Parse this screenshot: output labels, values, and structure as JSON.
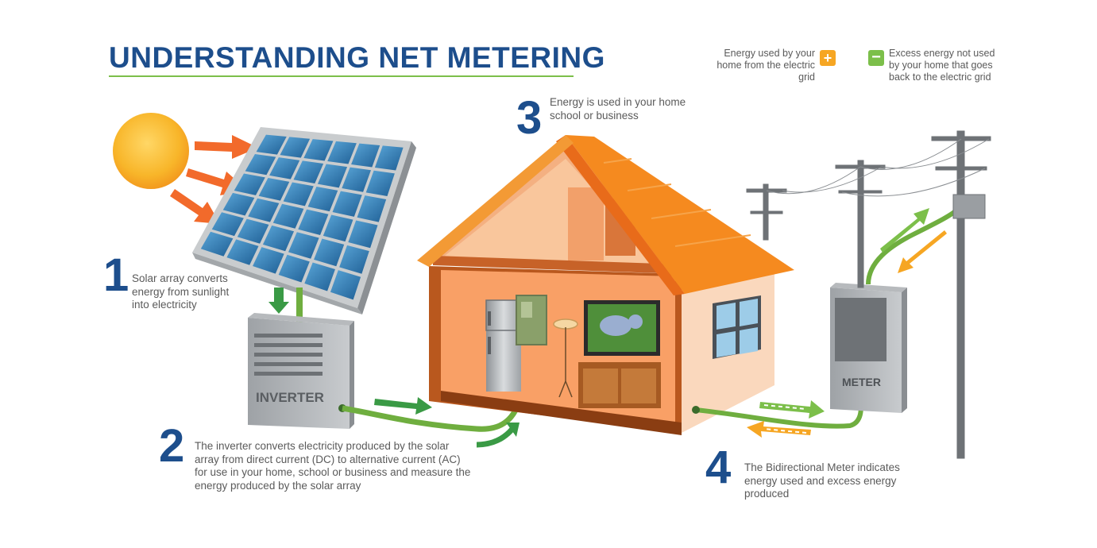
{
  "title": "UNDERSTANDING NET METERING",
  "legend": {
    "grid_energy": "Energy used by your home from the electric grid",
    "excess_energy": "Excess energy not used by your home that goes back to the electric grid",
    "plus_symbol": "+",
    "minus_symbol": "−"
  },
  "steps": [
    {
      "number": "1",
      "text": "Solar array converts energy from sunlight into electricity"
    },
    {
      "number": "2",
      "text": "The inverter converts electricity produced by the solar array from direct current (DC) to alternative current (AC) for use in your home, school or business and measure the energy produced by the solar array"
    },
    {
      "number": "3",
      "text": "Energy is used in your home school or business"
    },
    {
      "number": "4",
      "text": "The Bidirectional Meter indicates energy used and excess energy produced"
    }
  ],
  "labels": {
    "inverter": "INVERTER",
    "meter": "METER"
  },
  "colors": {
    "title_blue": "#1d4e8c",
    "accent_green": "#7cbf4a",
    "accent_orange": "#f6a623",
    "roof_orange": "#f58a1f"
  }
}
